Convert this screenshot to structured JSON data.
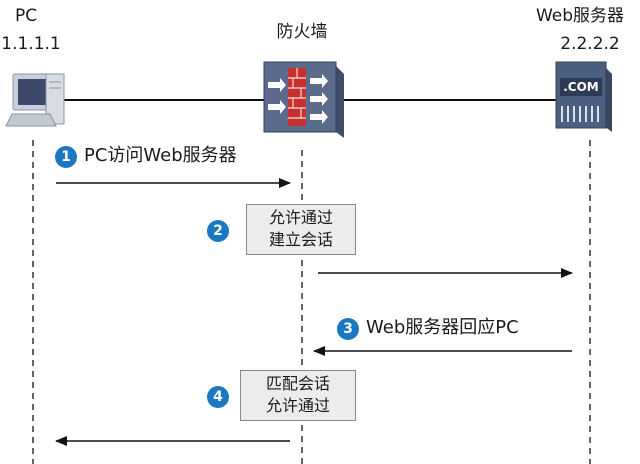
{
  "nodes": {
    "pc": {
      "name": "PC",
      "ip": "1.1.1.1"
    },
    "firewall": {
      "name": "防火墙"
    },
    "server": {
      "name": "Web服务器",
      "ip": "2.2.2.2",
      "logo_text": ".COM"
    }
  },
  "steps": [
    {
      "number": "1",
      "text": "PC访问Web服务器"
    },
    {
      "number": "2",
      "lines": [
        "允许通过",
        "建立会话"
      ]
    },
    {
      "number": "3",
      "text": "Web服务器回应PC"
    },
    {
      "number": "4",
      "lines": [
        "匹配会话",
        "允许通过"
      ]
    }
  ],
  "colors": {
    "badge": "#1a78c2",
    "firewall_body": "#5a6b8c",
    "server_body": "#4d5f80",
    "note_fill": "#ececec"
  }
}
